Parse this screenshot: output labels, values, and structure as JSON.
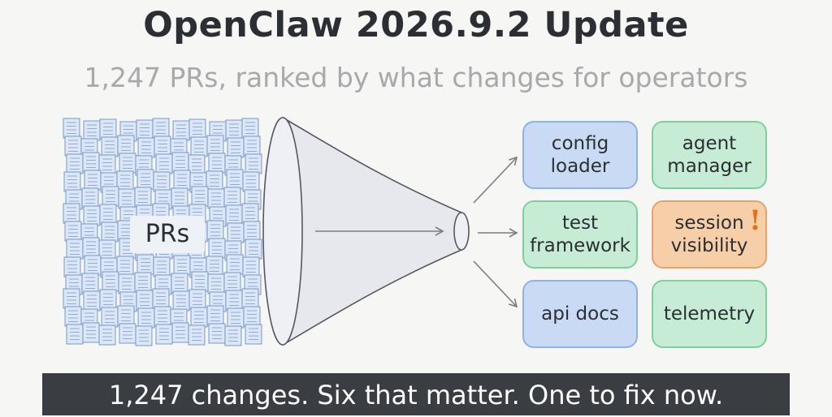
{
  "header": {
    "title": "OpenClaw 2026.9.2 Update",
    "subtitle": "1,247 PRs, ranked by what changes for operators"
  },
  "input": {
    "label": "PRs"
  },
  "outputs": [
    {
      "label": "config\nloader",
      "color": "#c9dbf4"
    },
    {
      "label": "agent\nmanager",
      "color": "#c7ecd6"
    },
    {
      "label": "test\nframework",
      "color": "#c7ecd6"
    },
    {
      "label": "session\nvisibility",
      "color": "#f6cfa8",
      "flag": "!"
    },
    {
      "label": "api docs",
      "color": "#c9dbf4"
    },
    {
      "label": "telemetry",
      "color": "#c7ecd6"
    }
  ],
  "footer": {
    "caption": "1,247 changes. Six that matter. One to fix now."
  }
}
